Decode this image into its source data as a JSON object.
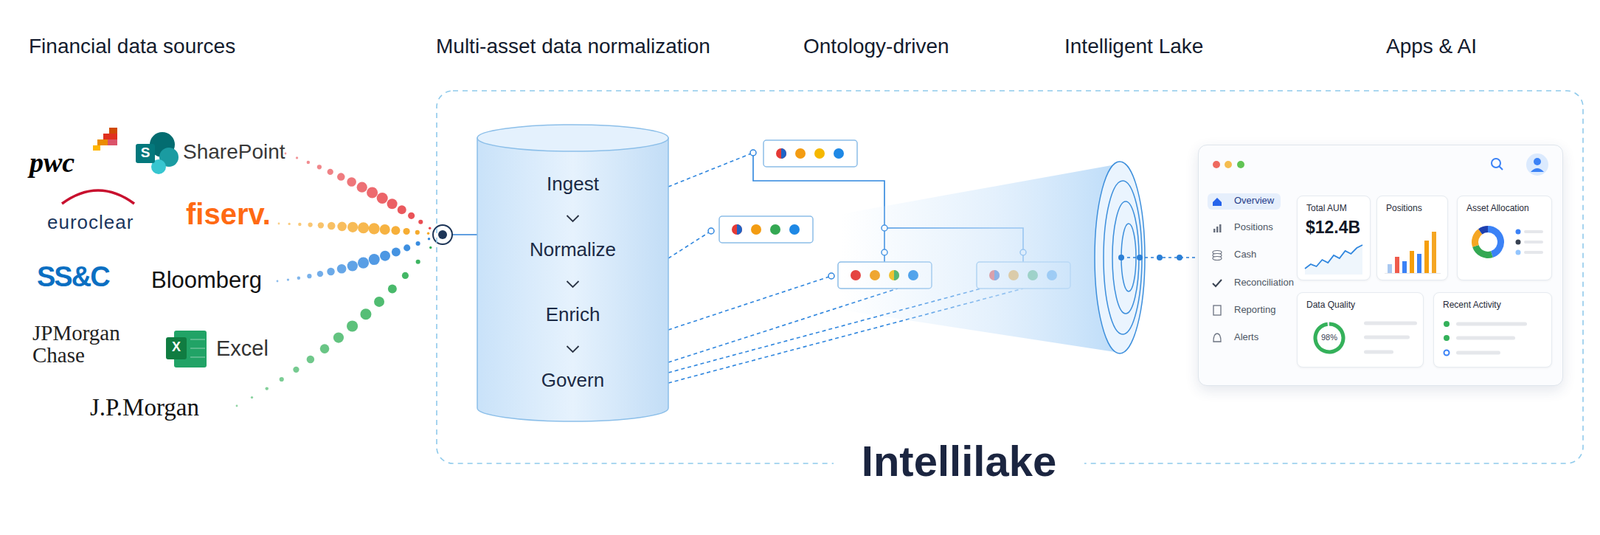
{
  "diagram": {
    "nodes": [
      {
        "text": [
          "Intellilake"
        ]
      },
      {
        "text": [
          "Ingest",
          "Normalize",
          "Enrich",
          "Govern"
        ],
        "in": 0
      },
      {
        "text": [
          "Overview",
          "Positions",
          "Cash",
          "Reconciliation",
          "Reporting",
          "Alerts"
        ],
        "in": 0
      },
      {
        "text": [
          "Total AUM",
          "$12.4B"
        ],
        "in": 2
      },
      {
        "text": [
          "Positions"
        ],
        "in": 2
      },
      {
        "text": [
          "Asset Allocation"
        ],
        "in": 2
      },
      {
        "text": [
          "Data Quality",
          "98%"
        ],
        "in": 2
      },
      {
        "text": [
          "Recent Activity"
        ],
        "in": 2
      }
    ],
    "labels": [
      "Financial data sources",
      "Multi-asset data normalization",
      "Ontology-driven",
      "Intelligent Lake",
      "Apps & AI",
      "pwc",
      "S",
      "SharePoint",
      "euroclear",
      "fiserv.",
      "SS&C",
      "Bloomberg",
      "JPMorgan Chase",
      "X",
      "Excel",
      "J.P.Morgan"
    ]
  }
}
